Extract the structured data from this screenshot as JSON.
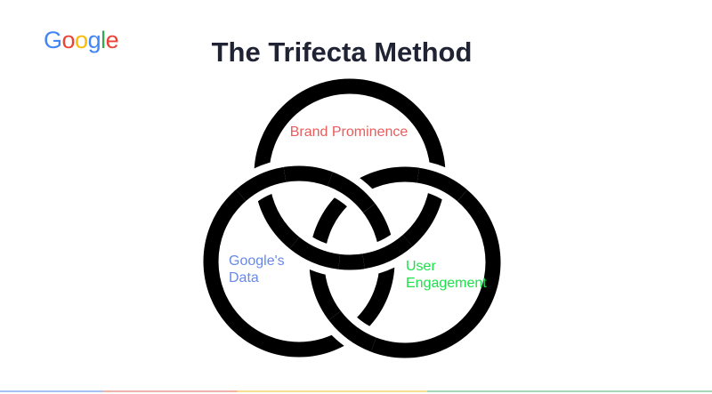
{
  "logo": {
    "name": "Google",
    "letters": [
      {
        "ch": "G",
        "color": "#4285F4"
      },
      {
        "ch": "o",
        "color": "#EA4335"
      },
      {
        "ch": "o",
        "color": "#FBBC05"
      },
      {
        "ch": "g",
        "color": "#4285F4"
      },
      {
        "ch": "l",
        "color": "#34A853"
      },
      {
        "ch": "e",
        "color": "#EA4335"
      }
    ]
  },
  "title": {
    "text": "The Trifecta Method",
    "color": "#1f2333"
  },
  "diagram": {
    "type": "three-interlocked-rings",
    "ring_color": "#000000",
    "rings": [
      {
        "id": "top",
        "label": "Brand Prominence",
        "label_color": "#e85c5c"
      },
      {
        "id": "bottom-left",
        "label": "Google's\nData",
        "label_color": "#6889e8"
      },
      {
        "id": "bottom-right",
        "label": "User\nEngagement",
        "label_color": "#1ce24a"
      }
    ]
  },
  "footer_bar": {
    "segments": [
      {
        "color": "#a5c2f2"
      },
      {
        "color": "#f1b2aa"
      },
      {
        "color": "#f5df8d"
      },
      {
        "color": "#a9d8b6"
      }
    ]
  }
}
